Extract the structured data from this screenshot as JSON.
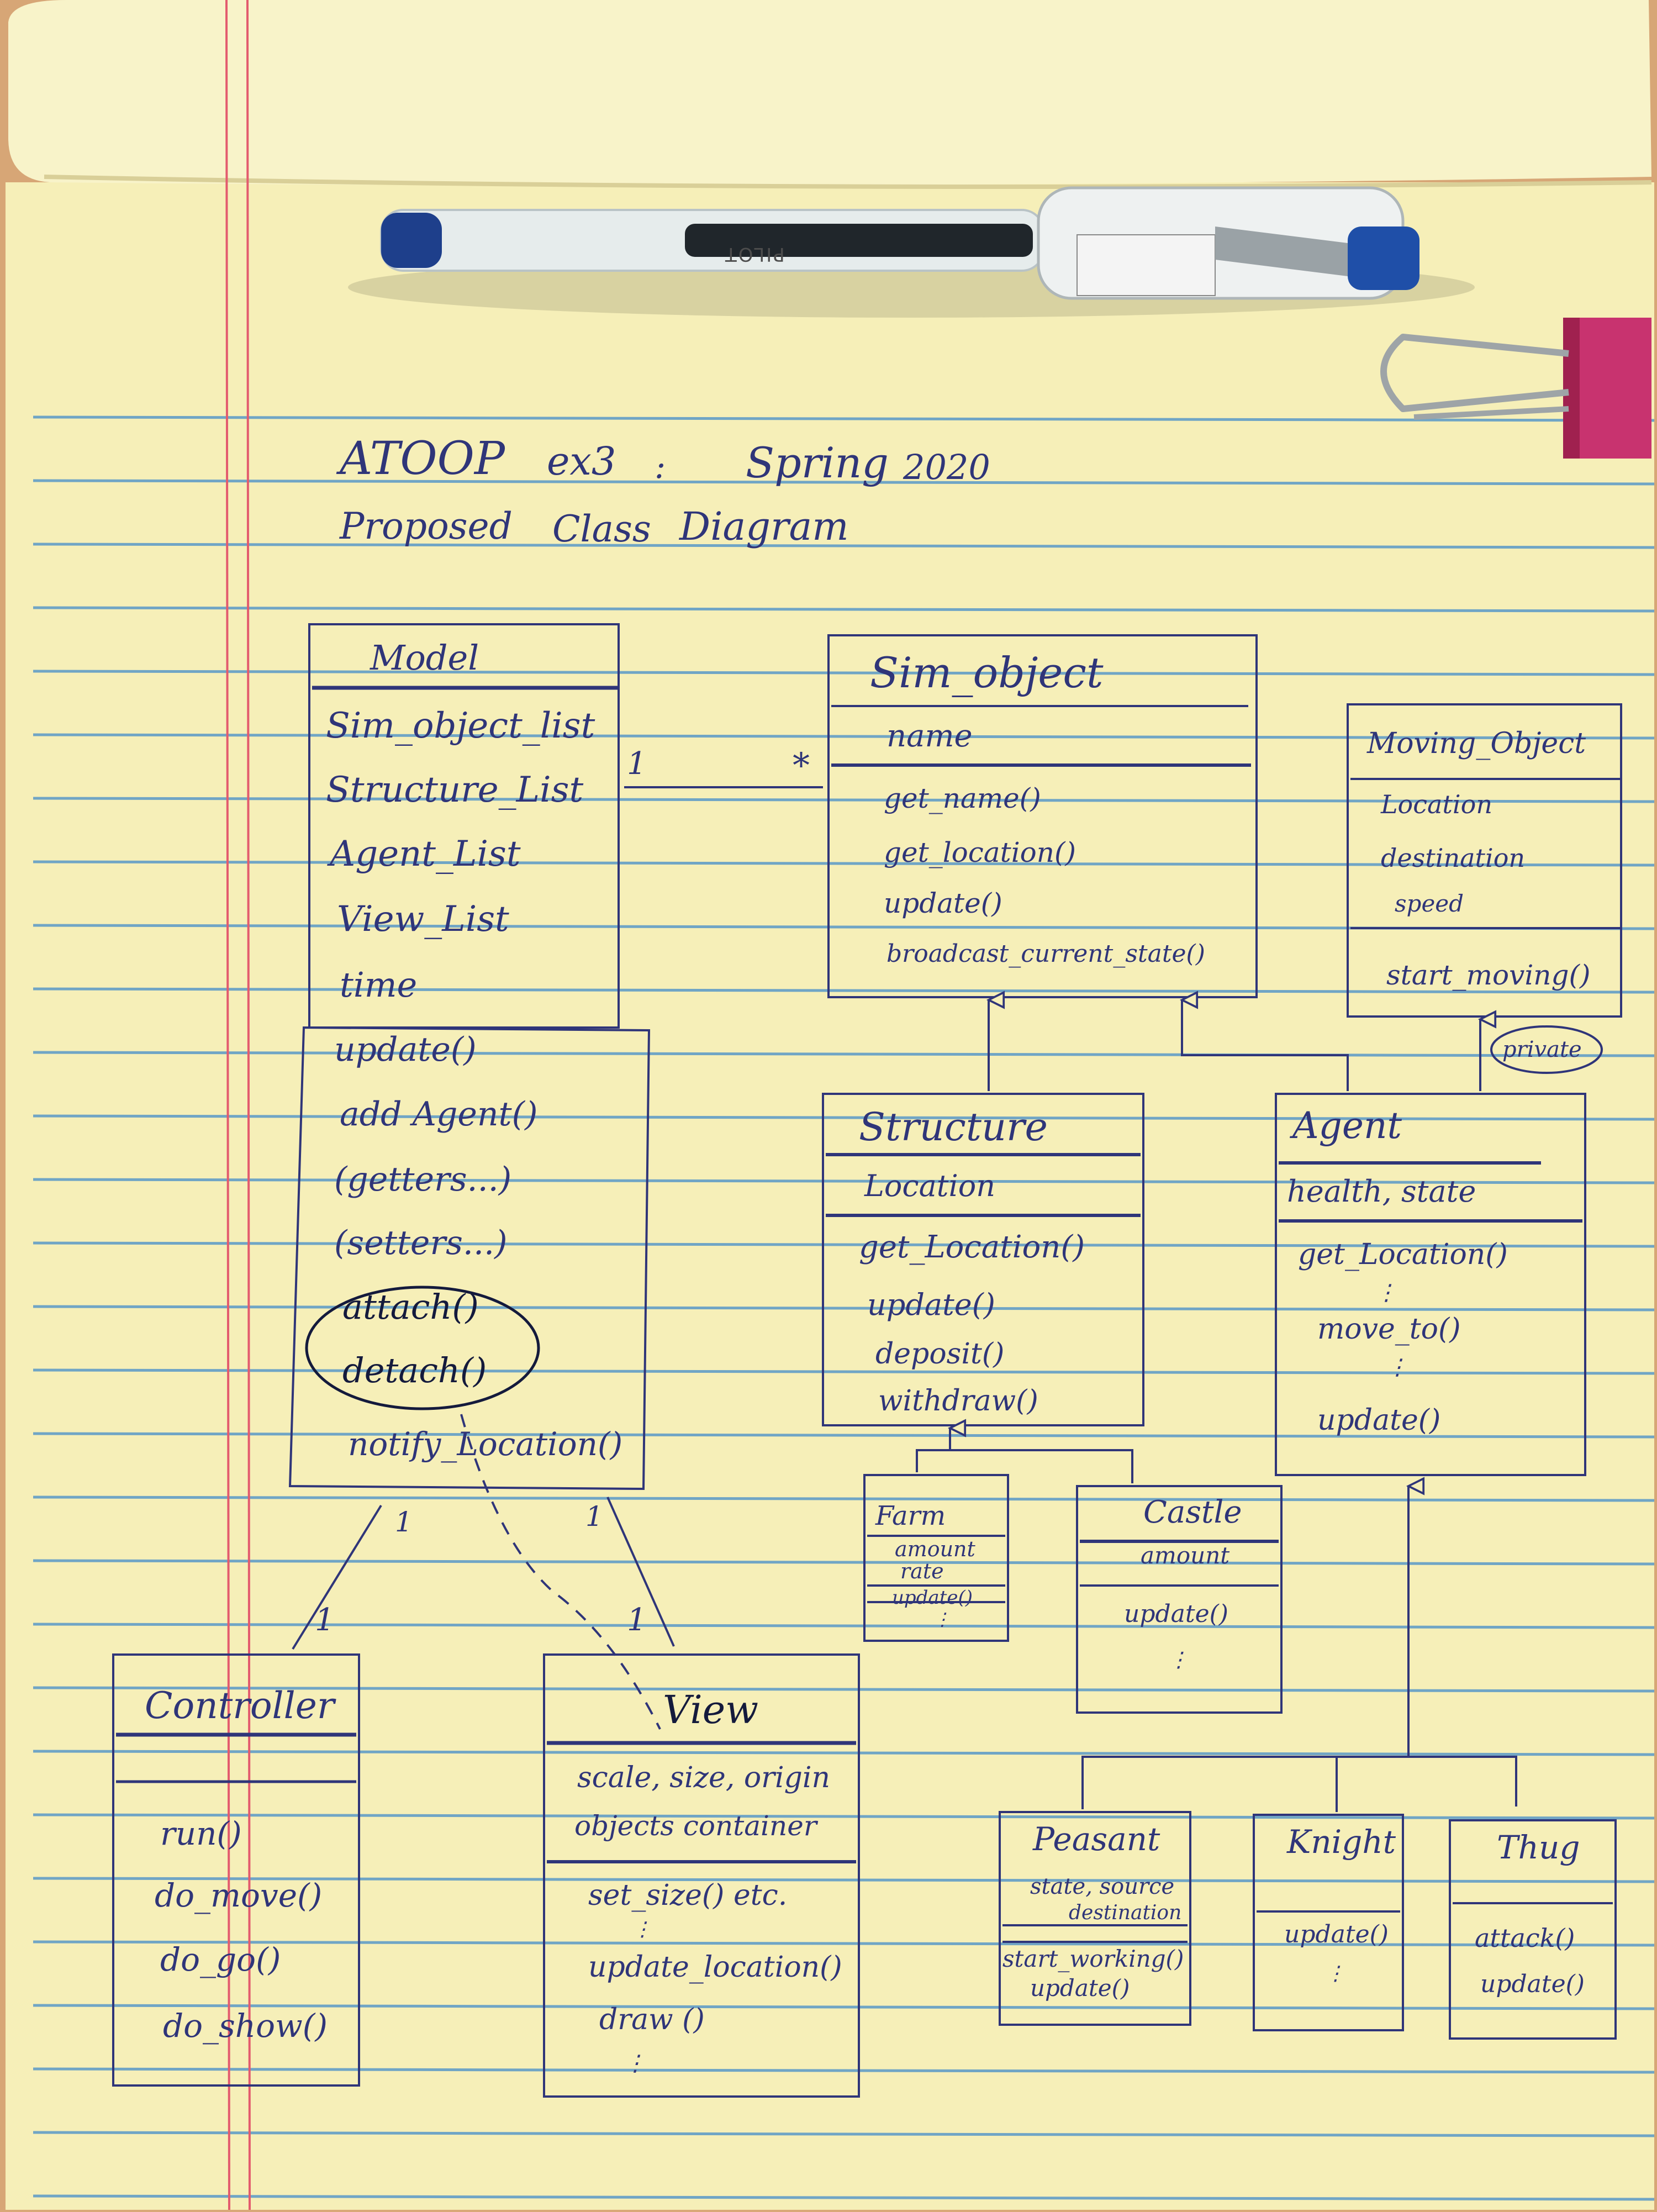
{
  "title": {
    "line1": [
      "ATOOP",
      "ex3",
      ":",
      "Spring",
      "2020"
    ],
    "line2": [
      "Proposed",
      "Class",
      "Diagram"
    ]
  },
  "classes": {
    "model": {
      "name": "Model",
      "attributes": [
        "Sim_object_list",
        "Structure_List",
        "Agent_List",
        "View_List",
        "time"
      ],
      "methods": [
        "update()",
        "add Agent()",
        "(getters...)",
        "(setters...)",
        "attach()",
        "detach()",
        "notify_Location()"
      ]
    },
    "sim_object": {
      "name": "Sim_object",
      "attributes": [
        "name"
      ],
      "methods": [
        "get_name()",
        "get_location()",
        "update()",
        "broadcast_current_state()"
      ]
    },
    "moving_object": {
      "name": "Moving_Object",
      "attributes": [
        "Location",
        "destination",
        "speed"
      ],
      "methods": [
        "start_moving()"
      ],
      "note": "private"
    },
    "structure": {
      "name": "Structure",
      "attributes": [
        "Location"
      ],
      "methods": [
        "get_Location()",
        "update()",
        "deposit()",
        "withdraw()"
      ]
    },
    "agent": {
      "name": "Agent",
      "attributes": [
        "health, state"
      ],
      "methods": [
        "get_Location()",
        "⋮",
        "move_to()",
        "⋮",
        "update()"
      ]
    },
    "farm": {
      "name": "Farm",
      "attributes": [
        "amount",
        "rate"
      ],
      "methods": [
        "update()",
        "⋮"
      ]
    },
    "castle": {
      "name": "Castle",
      "attributes": [
        "amount"
      ],
      "methods": [
        "update()",
        "⋮"
      ]
    },
    "controller": {
      "name": "Controller",
      "attributes": [],
      "methods": [
        "run()",
        "do_move()",
        "do_go()",
        "do_show()"
      ]
    },
    "view": {
      "name": "View",
      "attributes": [
        "scale, size, origin",
        "objects container"
      ],
      "methods": [
        "set_size() etc.",
        "⋮",
        "update_location()",
        "draw ()",
        "⋮"
      ]
    },
    "peasant": {
      "name": "Peasant",
      "attributes": [
        "state, source",
        "destination"
      ],
      "methods": [
        "start_working()",
        "update()"
      ]
    },
    "knight": {
      "name": "Knight",
      "attributes": [],
      "methods": [
        "update()",
        "⋮"
      ]
    },
    "thug": {
      "name": "Thug",
      "attributes": [],
      "methods": [
        "attack()",
        "update()"
      ]
    }
  },
  "multiplicities": {
    "model_simobject_left": "1",
    "model_simobject_right": "*",
    "model_controller_top": "1",
    "model_controller_bottom": "1",
    "model_view_top": "1",
    "model_view_bottom": "1"
  },
  "pen": {
    "brand": "PILOT"
  },
  "colors": {
    "paper": "#f6efb8",
    "ink": "#2f3579",
    "rule_line": "#4f93c9",
    "margin_line": "#e35b6e",
    "clip": "#c8336f"
  }
}
